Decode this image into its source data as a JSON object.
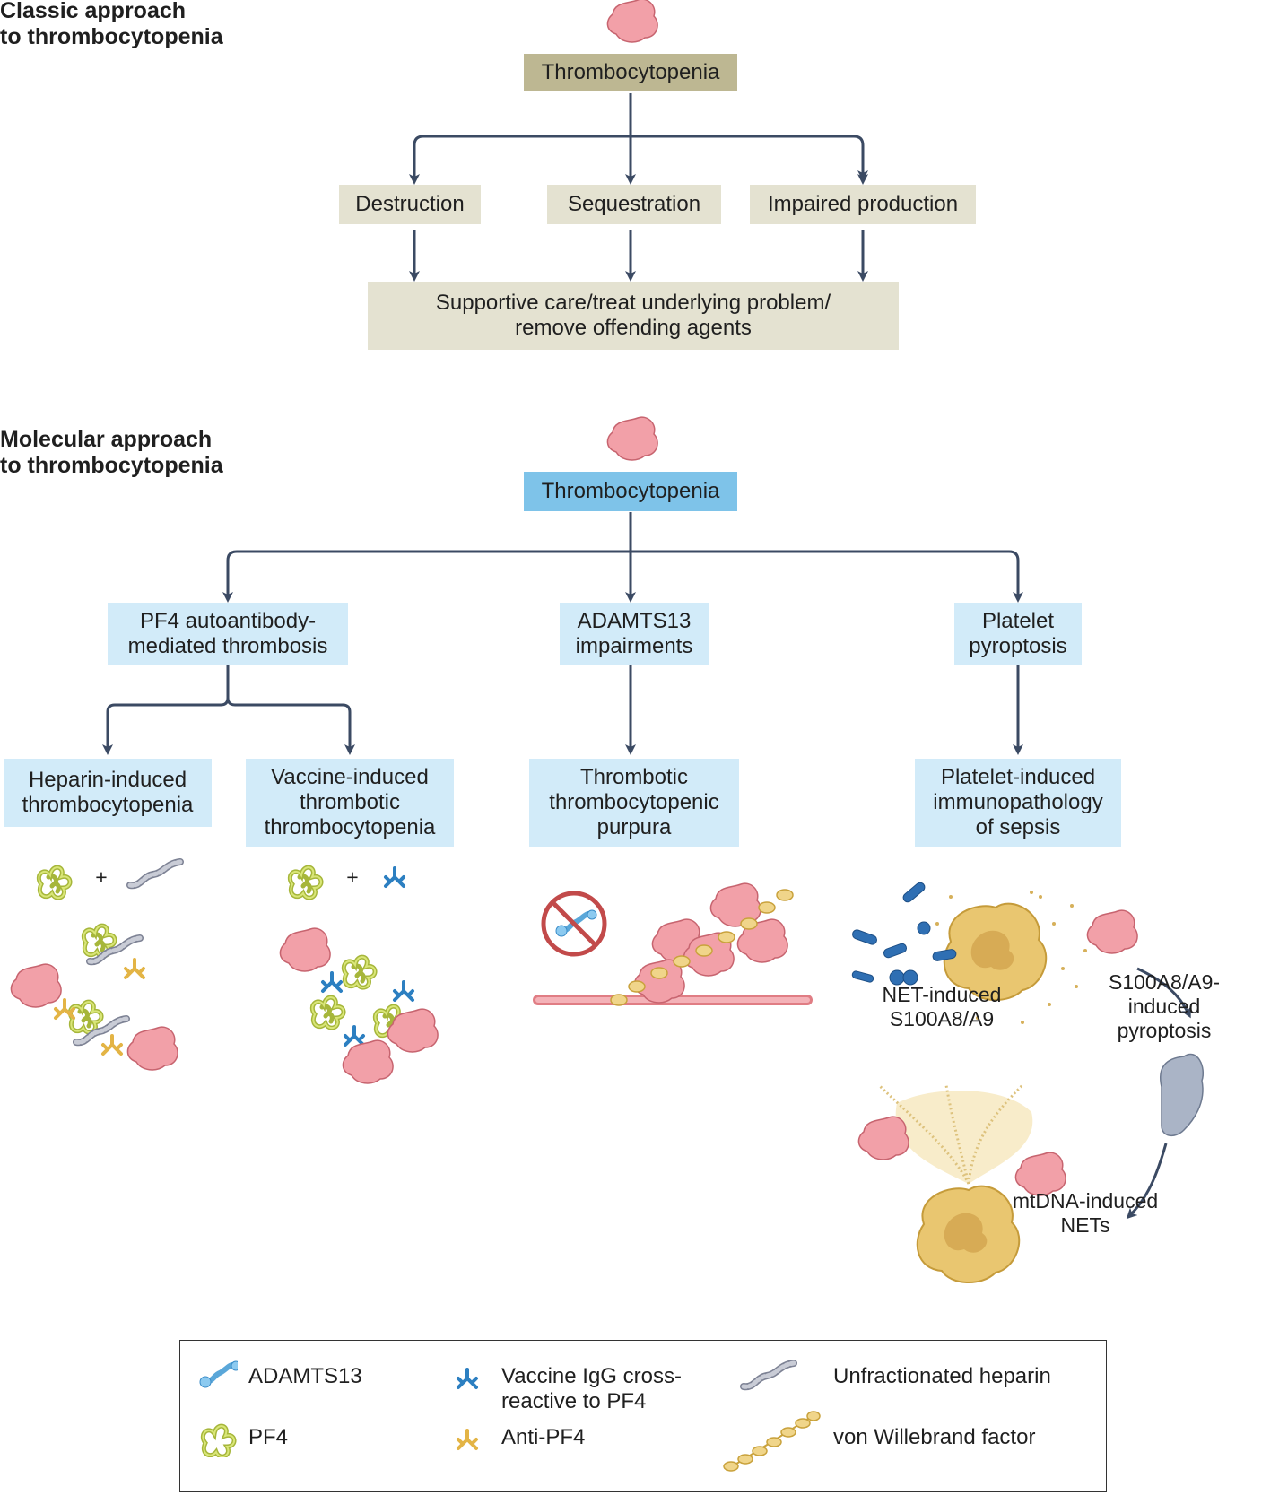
{
  "classic": {
    "title_line1": "Classic approach",
    "title_line2": "to thrombocytopenia",
    "root": "Thrombocytopenia",
    "branches": [
      "Destruction",
      "Sequestration",
      "Impaired production"
    ],
    "outcome_line1": "Supportive care/treat underlying problem/",
    "outcome_line2": "remove offending agents"
  },
  "molecular": {
    "title_line1": "Molecular approach",
    "title_line2": "to thrombocytopenia",
    "root": "Thrombocytopenia",
    "pf4": {
      "line1": "PF4 autoantibody-",
      "line2": "mediated thrombosis"
    },
    "adamts": {
      "line1": "ADAMTS13",
      "line2": "impairments"
    },
    "pyro": {
      "line1": "Platelet",
      "line2": "pyroptosis"
    },
    "hit": {
      "line1": "Heparin-induced",
      "line2": "thrombocytopenia"
    },
    "vitt": {
      "line1": "Vaccine-induced",
      "line2": "thrombotic",
      "line3": "thrombocytopenia"
    },
    "ttp": {
      "line1": "Thrombotic",
      "line2": "thrombocytopenic",
      "line3": "purpura"
    },
    "sepsis": {
      "line1": "Platelet-induced",
      "line2": "immunopathology",
      "line3": "of sepsis"
    },
    "plus": "+",
    "net_label": {
      "line1": "NET-induced",
      "line2": "S100A8/A9"
    },
    "s100_label": {
      "line1": "S100A8/A9-",
      "line2": "induced",
      "line3": "pyroptosis"
    },
    "mtdna_label": {
      "line1": "mtDNA-induced",
      "line2": "NETs"
    }
  },
  "legend": {
    "adamts13": "ADAMTS13",
    "pf4": "PF4",
    "vaccine_line1": "Vaccine IgG cross-",
    "vaccine_line2": "reactive to PF4",
    "anti_pf4": "Anti-PF4",
    "heparin": "Unfractionated heparin",
    "vwf": "von Willebrand factor"
  },
  "colors": {
    "arrow": "#3b4a63",
    "classic_root": "#bdb792",
    "classic_box": "#e4e2d1",
    "molecular_root": "#7ec3e9",
    "molecular_box": "#d2ebf9",
    "platelet": "#f2a0a8",
    "pf4": "#c8d85a",
    "antibody_blue": "#2c7fc1",
    "anti_pf4": "#e3b445",
    "heparin": "#b8bcc8",
    "neutrophil": "#e9c670"
  }
}
